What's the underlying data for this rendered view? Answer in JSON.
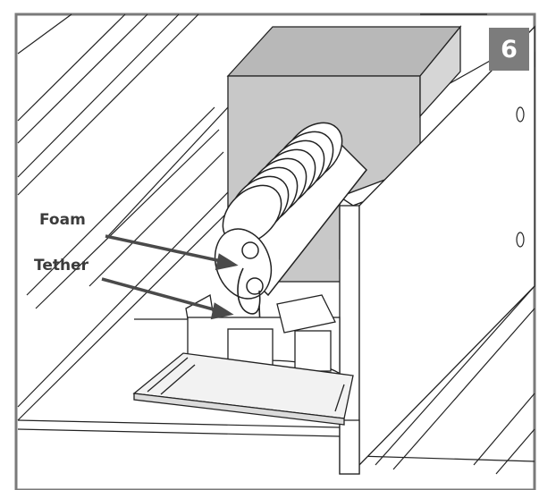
{
  "step": {
    "number": "6"
  },
  "callouts": {
    "foam": "Foam",
    "tether": "Tether"
  },
  "colors": {
    "frame": "#7a7a7a",
    "duct": "#c8c8c8",
    "line": "#222222",
    "badge": "#7c7c7c"
  }
}
